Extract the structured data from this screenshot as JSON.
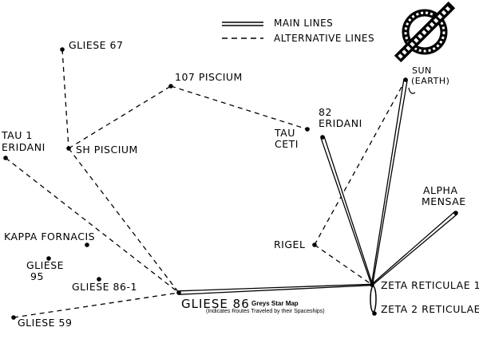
{
  "legend": {
    "main": "MAIN LINES",
    "alternative": "ALTERNATIVE LINES"
  },
  "caption": {
    "title": "Greys Star Map",
    "subtitle": "(Indicates Routes Traveled by their Spaceships)"
  },
  "stars": {
    "gliese67": "GLIESE 67",
    "sh_piscium": "SH PISCIUM",
    "piscium107": "107 PISCIUM",
    "tau1_eridani_1": "TAU 1",
    "tau1_eridani_2": "ERIDANI",
    "tau_ceti_1": "TAU",
    "tau_ceti_2": "CETI",
    "eridani82_1": "82",
    "eridani82_2": "ERIDANI",
    "sun_1": "SUN",
    "sun_2": "(EARTH)",
    "alpha_mensae_1": "ALPHA",
    "alpha_mensae_2": "MENSAE",
    "rigel": "RIGEL",
    "kappa_fornacis": "KAPPA FORNACIS",
    "gliese95_1": "GLIESE",
    "gliese95_2": "95",
    "gliese86_1": "GLIESE 86-1",
    "gliese86": "GLIESE 86",
    "gliese59": "GLIESE 59",
    "zeta1": "ZETA RETICULAE 1",
    "zeta2": "ZETA 2 RETICULAE"
  },
  "routes": {
    "main": [
      [
        "gliese86",
        "zeta1"
      ],
      [
        "eridani82",
        "zeta1"
      ],
      [
        "sun",
        "zeta1"
      ],
      [
        "alpha_mensae",
        "zeta1"
      ],
      [
        "zeta1",
        "zeta2"
      ]
    ],
    "alternative": [
      [
        "gliese67",
        "sh_piscium"
      ],
      [
        "sh_piscium",
        "piscium107"
      ],
      [
        "piscium107",
        "tau_ceti"
      ],
      [
        "sh_piscium",
        "gliese86"
      ],
      [
        "tau1_eridani",
        "gliese86"
      ],
      [
        "gliese59",
        "gliese86"
      ],
      [
        "rigel",
        "sun"
      ],
      [
        "rigel",
        "zeta1"
      ]
    ]
  }
}
